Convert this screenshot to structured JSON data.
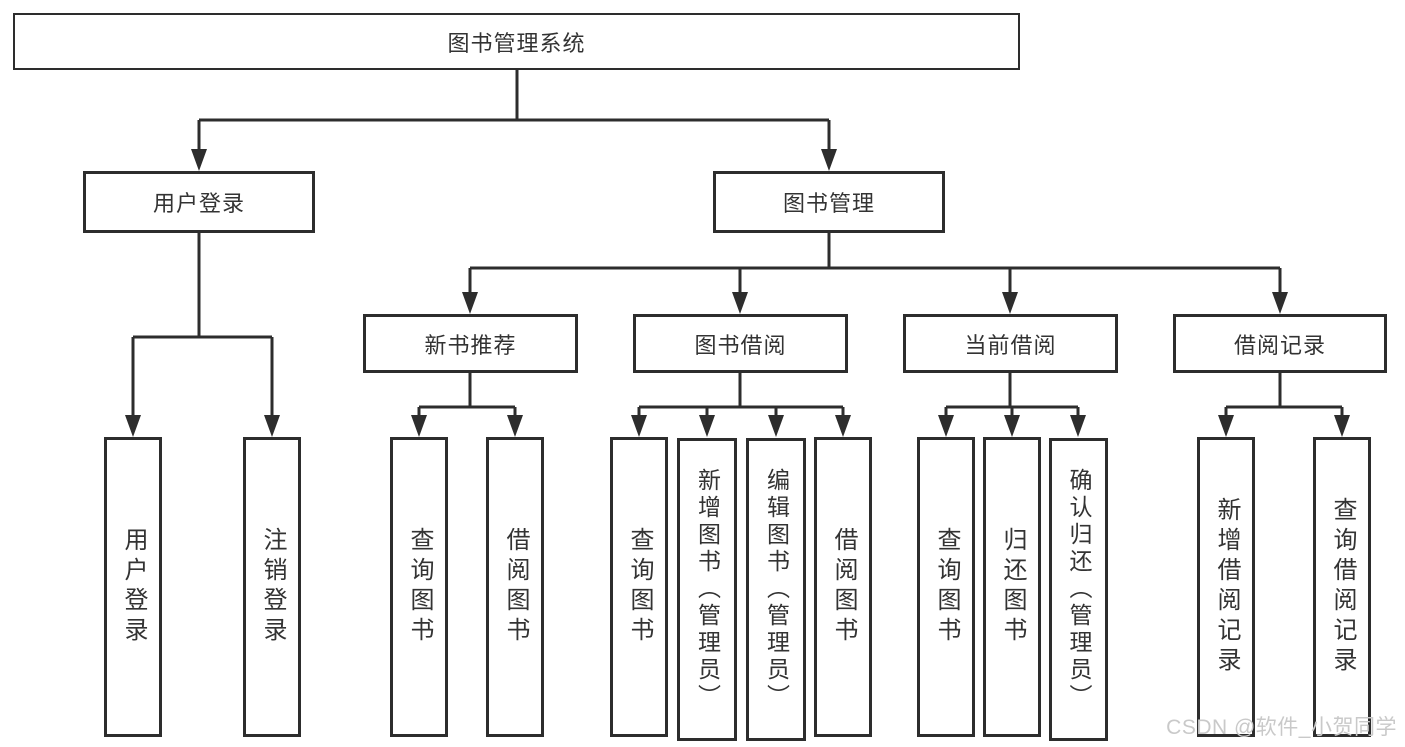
{
  "diagram": {
    "root": "图书管理系统",
    "level2": {
      "user_login": "用户登录",
      "book_mgmt": "图书管理"
    },
    "level3": {
      "new_book": "新书推荐",
      "book_borrow": "图书借阅",
      "current_borrow": "当前借阅",
      "borrow_records": "借阅记录"
    },
    "leaves": {
      "login": [
        "用户登录",
        "注销登录"
      ],
      "newbook": [
        "查询图书",
        "借阅图书"
      ],
      "borrow": [
        "查询图书",
        "新增图书（管理员）",
        "编辑图书（管理员）",
        "借阅图书"
      ],
      "current": [
        "查询图书",
        "归还图书",
        "确认归还（管理员）"
      ],
      "records": [
        "新增借阅记录",
        "查询借阅记录"
      ]
    }
  },
  "watermark": "CSDN @软件_小贺同学",
  "colors": {
    "line": "#2d2d2d",
    "text": "#333333",
    "background": "#ffffff",
    "watermark": "#c9c9c9"
  }
}
